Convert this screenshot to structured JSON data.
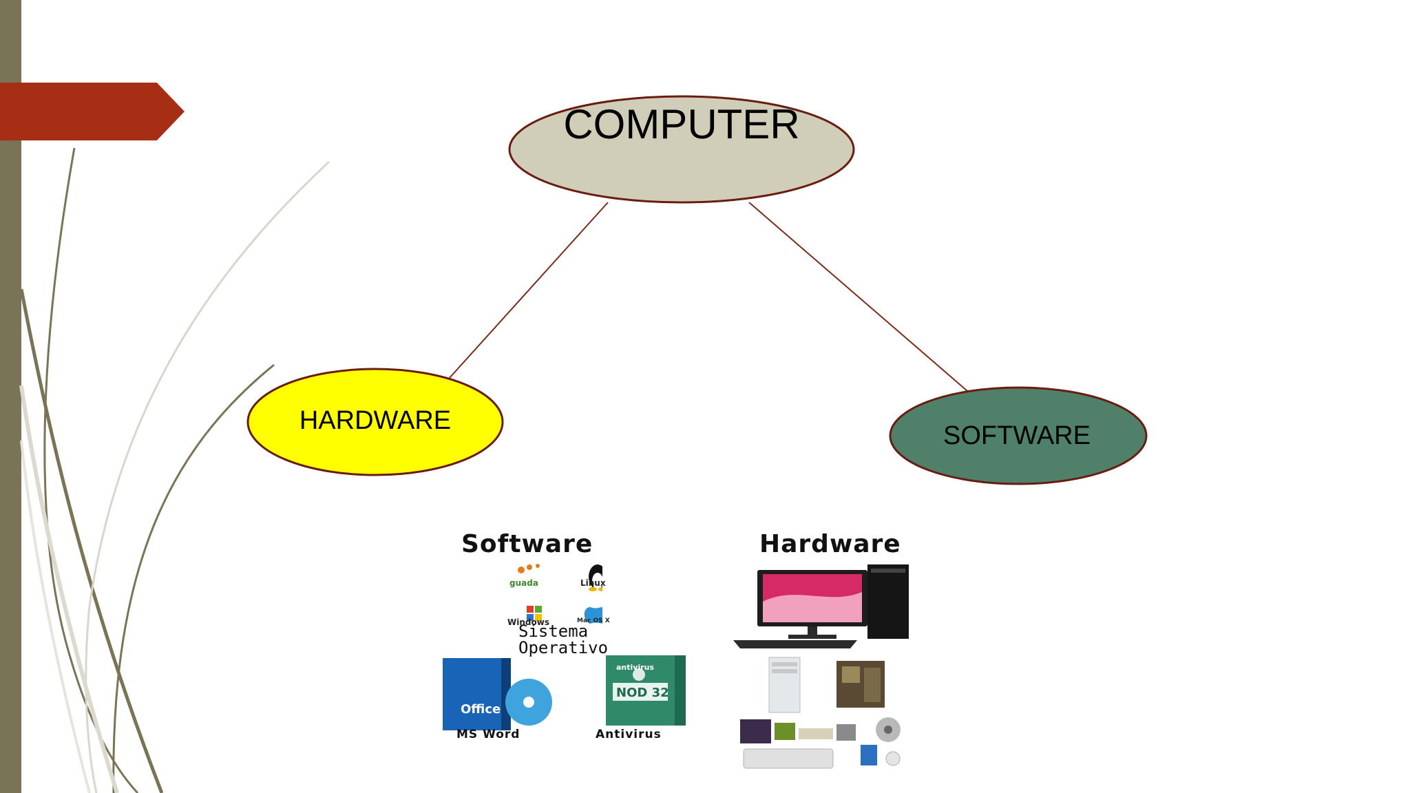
{
  "diagram": {
    "root": {
      "label": "COMPUTER"
    },
    "children": [
      {
        "label": "HARDWARE"
      },
      {
        "label": "SOFTWARE"
      }
    ]
  },
  "illustration": {
    "software_title": "Software",
    "hardware_title": "Hardware",
    "os_logos": [
      "guada",
      "Linux",
      "Windows",
      "Mac OS X"
    ],
    "os_caption_line1": "Sistema",
    "os_caption_line2": "Operativo",
    "office_box_text": "Office",
    "antivirus_box_top": "antivirus",
    "antivirus_box_name": "NOD 32",
    "ms_word_caption": "MS Word",
    "antivirus_caption": "Antivirus"
  },
  "colors": {
    "left_bar": "#7a7457",
    "arrow_tab": "#a52e14",
    "root_fill": "#d0cdb8",
    "hardware_fill": "#ffff00",
    "software_fill": "#4e806a",
    "node_border": "#6b1c10",
    "connector": "#7a2a17"
  }
}
